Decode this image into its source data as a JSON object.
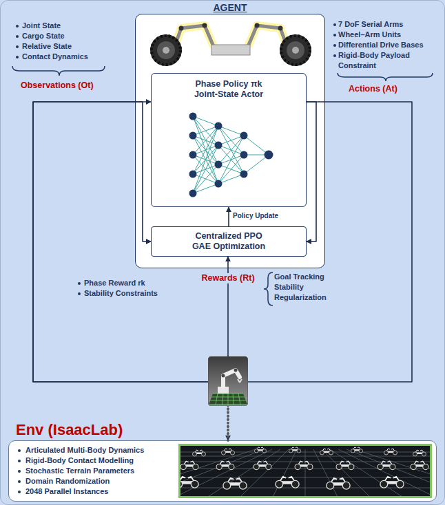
{
  "diagram": {
    "nodes": [
      {
        "text": [
          "AGENT"
        ]
      },
      {
        "text": [
          "Phase Policy πk Joint-State Actor"
        ],
        "in": 0
      },
      {
        "text": [
          "Centralized PPO GAE Optimization"
        ],
        "in": 0
      },
      {
        "text": [
          "Env (IsaacLab)",
          "Articulated Multi-Body Dynamics",
          "Rigid-Body Contact Modelling",
          "Stochastic Terrain Parameters",
          "Domain Randomization",
          "2048 Parallel Instances"
        ]
      }
    ],
    "edges": [
      {
        "from": 3,
        "to": 1,
        "arrow": "to",
        "label": "Observations (Ot)"
      },
      {
        "from": 3,
        "to": 2,
        "arrow": "to"
      },
      {
        "from": 1,
        "to": 3,
        "arrow": "to",
        "label": "Actions (At)"
      },
      {
        "from": 1,
        "to": 2,
        "arrow": "to"
      },
      {
        "from": 3,
        "to": 2,
        "arrow": "to",
        "label": "Rewards (Rt)"
      },
      {
        "from": 2,
        "to": 1,
        "arrow": "to",
        "label": "Policy Update"
      }
    ],
    "labels": [
      "Joint State",
      "Cargo State",
      "Relative State",
      "Contact Dynamics",
      "7 DoF Serial Arms",
      "Wheel–Arm Units",
      "Differential Drive Bases",
      "Rigid-Body Payload Constraint",
      "Phase Reward rk",
      "Stability Constraints",
      "Goal Tracking",
      "Stability",
      "Regularization"
    ]
  }
}
